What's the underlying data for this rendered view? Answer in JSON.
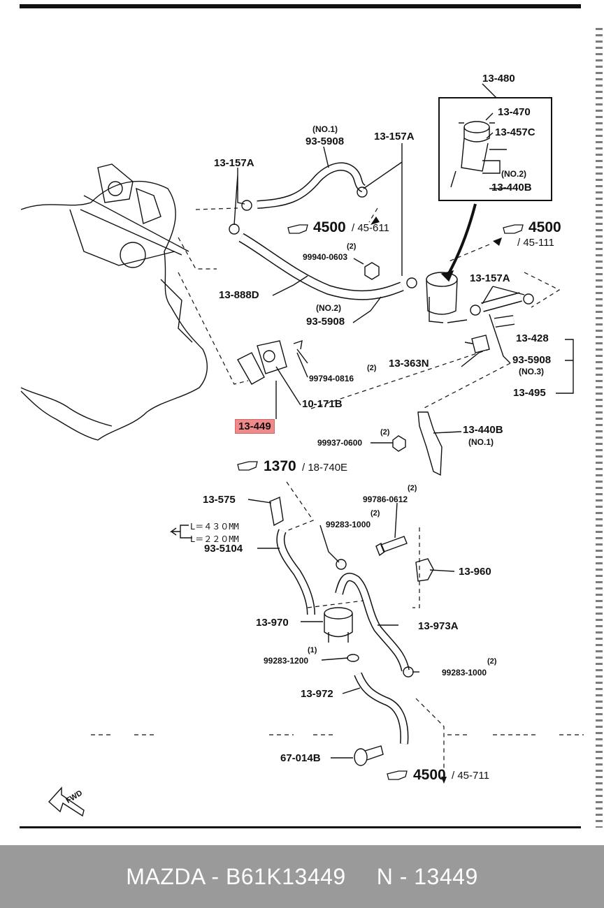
{
  "callouts": {
    "c13_480": "13-480",
    "c13_470": "13-470",
    "c13_457c": "13-457C",
    "no2_a": "(NO.2)",
    "c13_440b_a": "13-440B",
    "no1_a": "(NO.1)",
    "c93_5908_a": "93-5908",
    "c13_157a_a": "13-157A",
    "c13_157a_b": "13-157A",
    "ref4500_a": "4500",
    "ref4500_a_page": "/ 45-611",
    "ref4500_b": "4500",
    "ref4500_b_page": "/ 45-111",
    "qty2_a": "(2)",
    "c99940_0603": "99940-0603",
    "c13_888d": "13-888D",
    "no2_b": "(NO.2)",
    "c93_5908_b": "93-5908",
    "c13_157a_c": "13-157A",
    "c13_428": "13-428",
    "c13_363n": "13-363N",
    "c93_5908_c": "93-5908",
    "no3": "(NO.3)",
    "c13_495": "13-495",
    "qty2_b": "(2)",
    "c99794_0816": "99794-0816",
    "c10_171b": "10-171B",
    "c13_449": "13-449",
    "qty2_c": "(2)",
    "c99937_0600": "99937-0600",
    "c13_440b_b": "13-440B",
    "no1_b": "(NO.1)",
    "ref1370": "1370",
    "ref1370_page": "/ 18-740E",
    "c13_575": "13-575",
    "qty2_d": "(2)",
    "c99786_0612": "99786-0612",
    "qty2_e": "(2)",
    "c99283_1000_a": "99283-1000",
    "mm430": "L＝４３０MM",
    "mm220": "L＝２２０MM",
    "c93_5104": "93-5104",
    "c13_960": "13-960",
    "c13_970": "13-970",
    "c13_973a": "13-973A",
    "qty1": "(1)",
    "c99283_1200": "99283-1200",
    "qty2_f": "(2)",
    "c99283_1000_b": "99283-1000",
    "c13_972": "13-972",
    "c67_014b": "67-014B",
    "ref4500_c": "4500",
    "ref4500_c_page": "/ 45-711",
    "fwd": "FWD"
  },
  "footer": {
    "brand_part": "MAZDA - B61K13449",
    "catalog_no": "N - 13449"
  },
  "colors": {
    "highlight": "#f08a8a",
    "footer_bg": "#9a9a9a",
    "footer_text": "#ffffff"
  }
}
